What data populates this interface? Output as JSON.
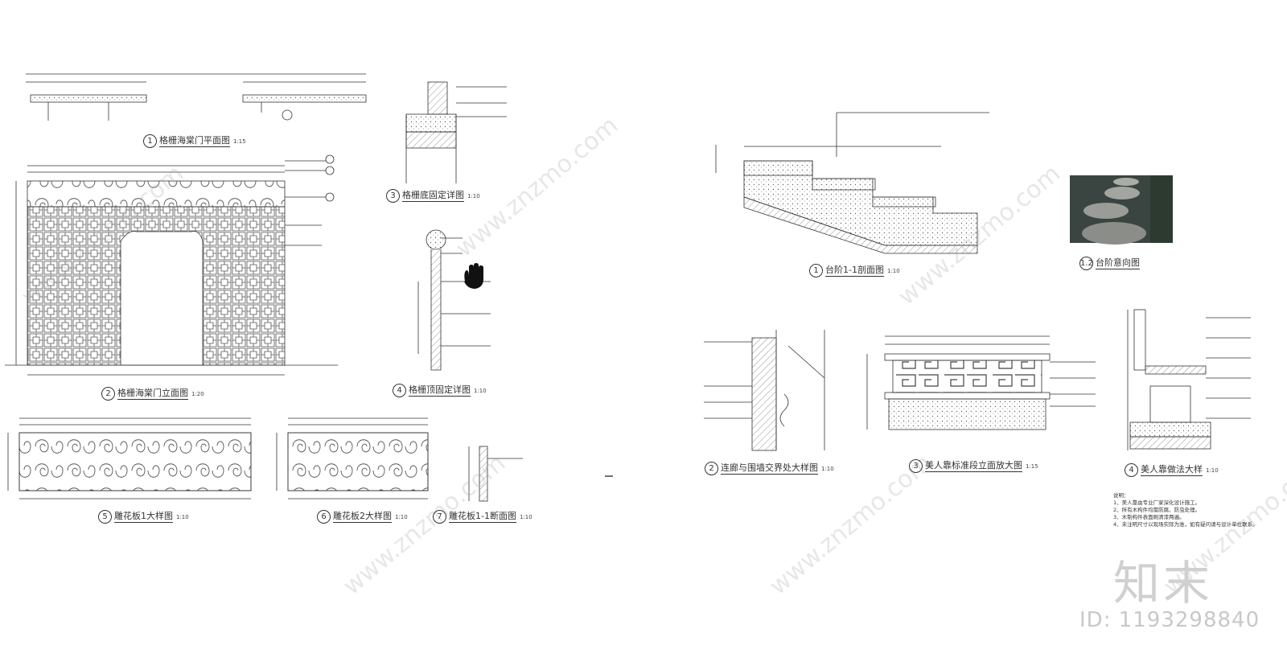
{
  "titles": {
    "t1": {
      "num": "1",
      "text": "格栅海棠门平面图",
      "scale": "1:15"
    },
    "t2": {
      "num": "2",
      "text": "格栅海棠门立面图",
      "scale": "1:20"
    },
    "t3": {
      "num": "3",
      "text": "格栅底固定详图",
      "scale": "1:10"
    },
    "t4": {
      "num": "4",
      "text": "格栅顶固定详图",
      "scale": "1:10"
    },
    "t5": {
      "num": "5",
      "text": "雕花板1大样图",
      "scale": "1:10"
    },
    "t6": {
      "num": "6",
      "text": "雕花板2大样图",
      "scale": "1:10"
    },
    "t7": {
      "num": "7",
      "text": "雕花板1-1断面图",
      "scale": "1:10"
    },
    "r1": {
      "num": "1",
      "text": "台阶1-1剖面图",
      "scale": "1:10"
    },
    "r1b": {
      "num": "1.2",
      "text": "台阶意向图",
      "scale": ""
    },
    "r2": {
      "num": "2",
      "text": "连廊与围墙交界处大样图",
      "scale": "1:10"
    },
    "r3": {
      "num": "3",
      "text": "美人靠标准段立面放大图",
      "scale": "1:15"
    },
    "r4": {
      "num": "4",
      "text": "美人靠做法大样",
      "scale": "1:10"
    }
  },
  "notes": {
    "heading": "说明：",
    "items": [
      "1、美人靠由专业厂家深化设计施工。",
      "2、所有木构件均需防腐、防虫处理。",
      "3、木制构件表面刷清漆两遍。",
      "4、未注明尺寸以现场实际为准，如有疑问请与设计单位联系。"
    ]
  },
  "brand": {
    "name": "知末",
    "id": "ID: 1193298840"
  },
  "watermarks": [
    "www.znzmo.com",
    "www.znzmo.com",
    "www.znzmo.com",
    "www.znzmo.com",
    "www.znzmo.com",
    "www.znzmo.com"
  ],
  "colors": {
    "line": "#333333",
    "hatch": "#777777",
    "watermark": "#aaaaaa",
    "photo": "#3a4440"
  },
  "icons": {
    "hand": "hand-cursor-icon"
  }
}
